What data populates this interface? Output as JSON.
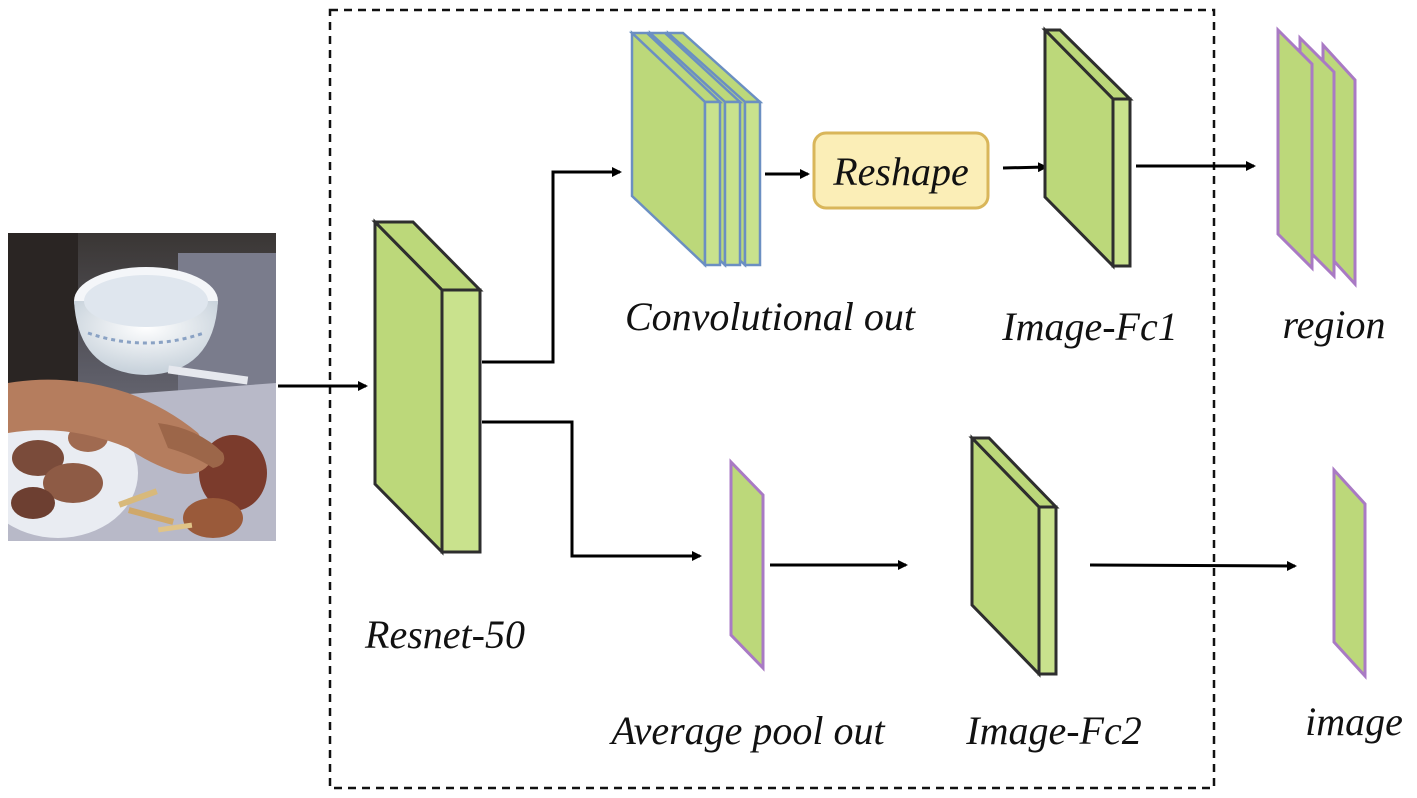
{
  "labels": {
    "resnet": "Resnet-50",
    "conv_out": "Convolutional out",
    "reshape": "Reshape",
    "fc1": "Image-Fc1",
    "region": "region",
    "avgpool": "Average pool out",
    "fc2": "Image-Fc2",
    "image": "image"
  },
  "colors": {
    "block_fill": "#bcd87a",
    "block_stroke": "#2e2e2e",
    "conv_stroke": "#6b8fc2",
    "vector_stroke": "#a97ac4",
    "reshape_fill": "#fbeeb7",
    "reshape_stroke": "#d9b65a"
  }
}
